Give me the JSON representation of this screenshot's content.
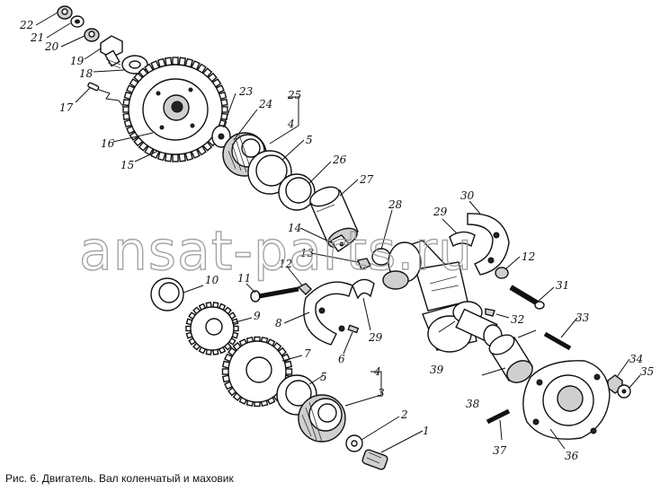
{
  "caption": "Рис. 6. Двигатель. Вал коленчатый и маховик",
  "watermark": "ansat-parts.ru",
  "part_labels": [
    "22",
    "21",
    "20",
    "19",
    "18",
    "17",
    "16",
    "15",
    "23",
    "24",
    "25",
    "4",
    "5",
    "26",
    "27",
    "28",
    "29",
    "30",
    "14",
    "13",
    "12",
    "11",
    "10",
    "9",
    "8",
    "7",
    "6",
    "29",
    "12",
    "31",
    "32",
    "33",
    "34",
    "35",
    "5",
    "4",
    "3",
    "2",
    "1",
    "39",
    "38",
    "37",
    "36"
  ]
}
